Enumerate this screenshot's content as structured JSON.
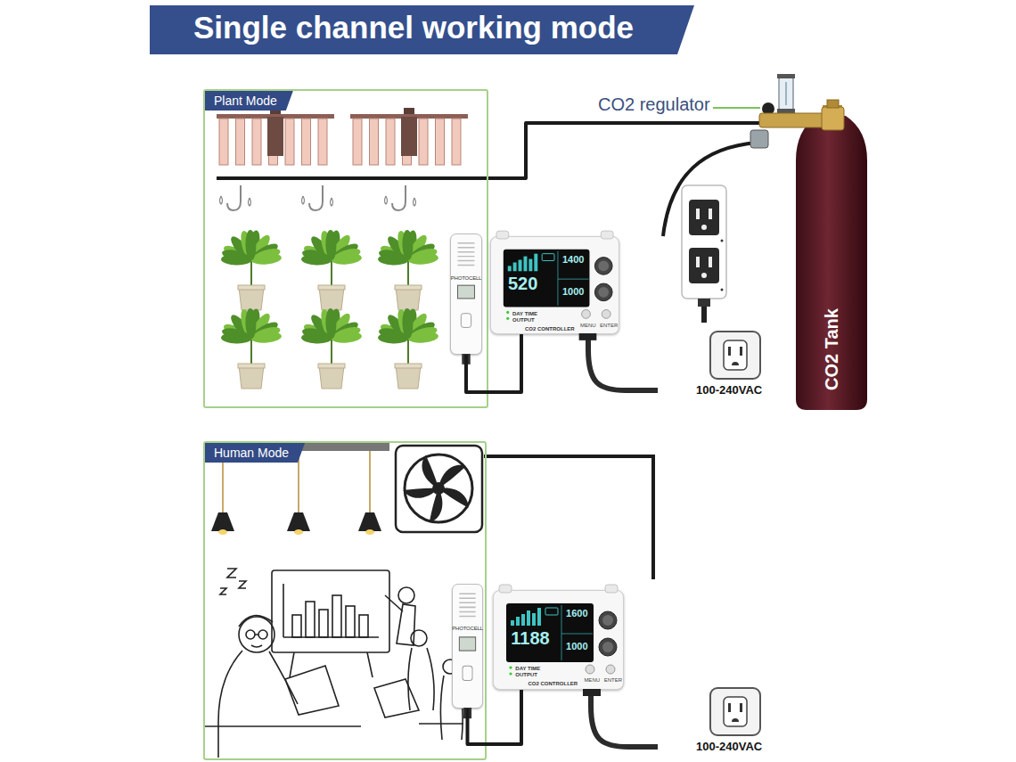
{
  "diagram": {
    "title": "Single channel working mode",
    "nodes": [
      {
        "text": [
          "Plant Mode"
        ]
      },
      {
        "text": [
          "PHOTOCELL"
        ],
        "in": 0
      },
      {
        "text": [
          "1400",
          "520",
          "1000",
          "DAY TIME",
          "OUTPUT",
          "MENU",
          "ENTER",
          "CO2 CONTROLLER"
        ]
      },
      {
        "text": [
          "CO2 Tank"
        ]
      },
      {
        "text": [
          "Human Mode"
        ]
      },
      {
        "text": [
          "PHOTOCELL"
        ],
        "in": 4
      },
      {
        "text": [
          "1600",
          "1188",
          "1000",
          "DAY TIME",
          "OUTPUT",
          "MENU",
          "ENTER",
          "CO2 CONTROLLER"
        ]
      }
    ],
    "edges": [
      {
        "from": 1,
        "to": 2,
        "arrow": "none"
      },
      {
        "from": 3,
        "to": 0,
        "arrow": "none"
      },
      {
        "from": 5,
        "to": 6,
        "arrow": "none"
      }
    ],
    "labels": [
      "CO2 regulator",
      "100-240VAC",
      "100-240VAC"
    ]
  }
}
